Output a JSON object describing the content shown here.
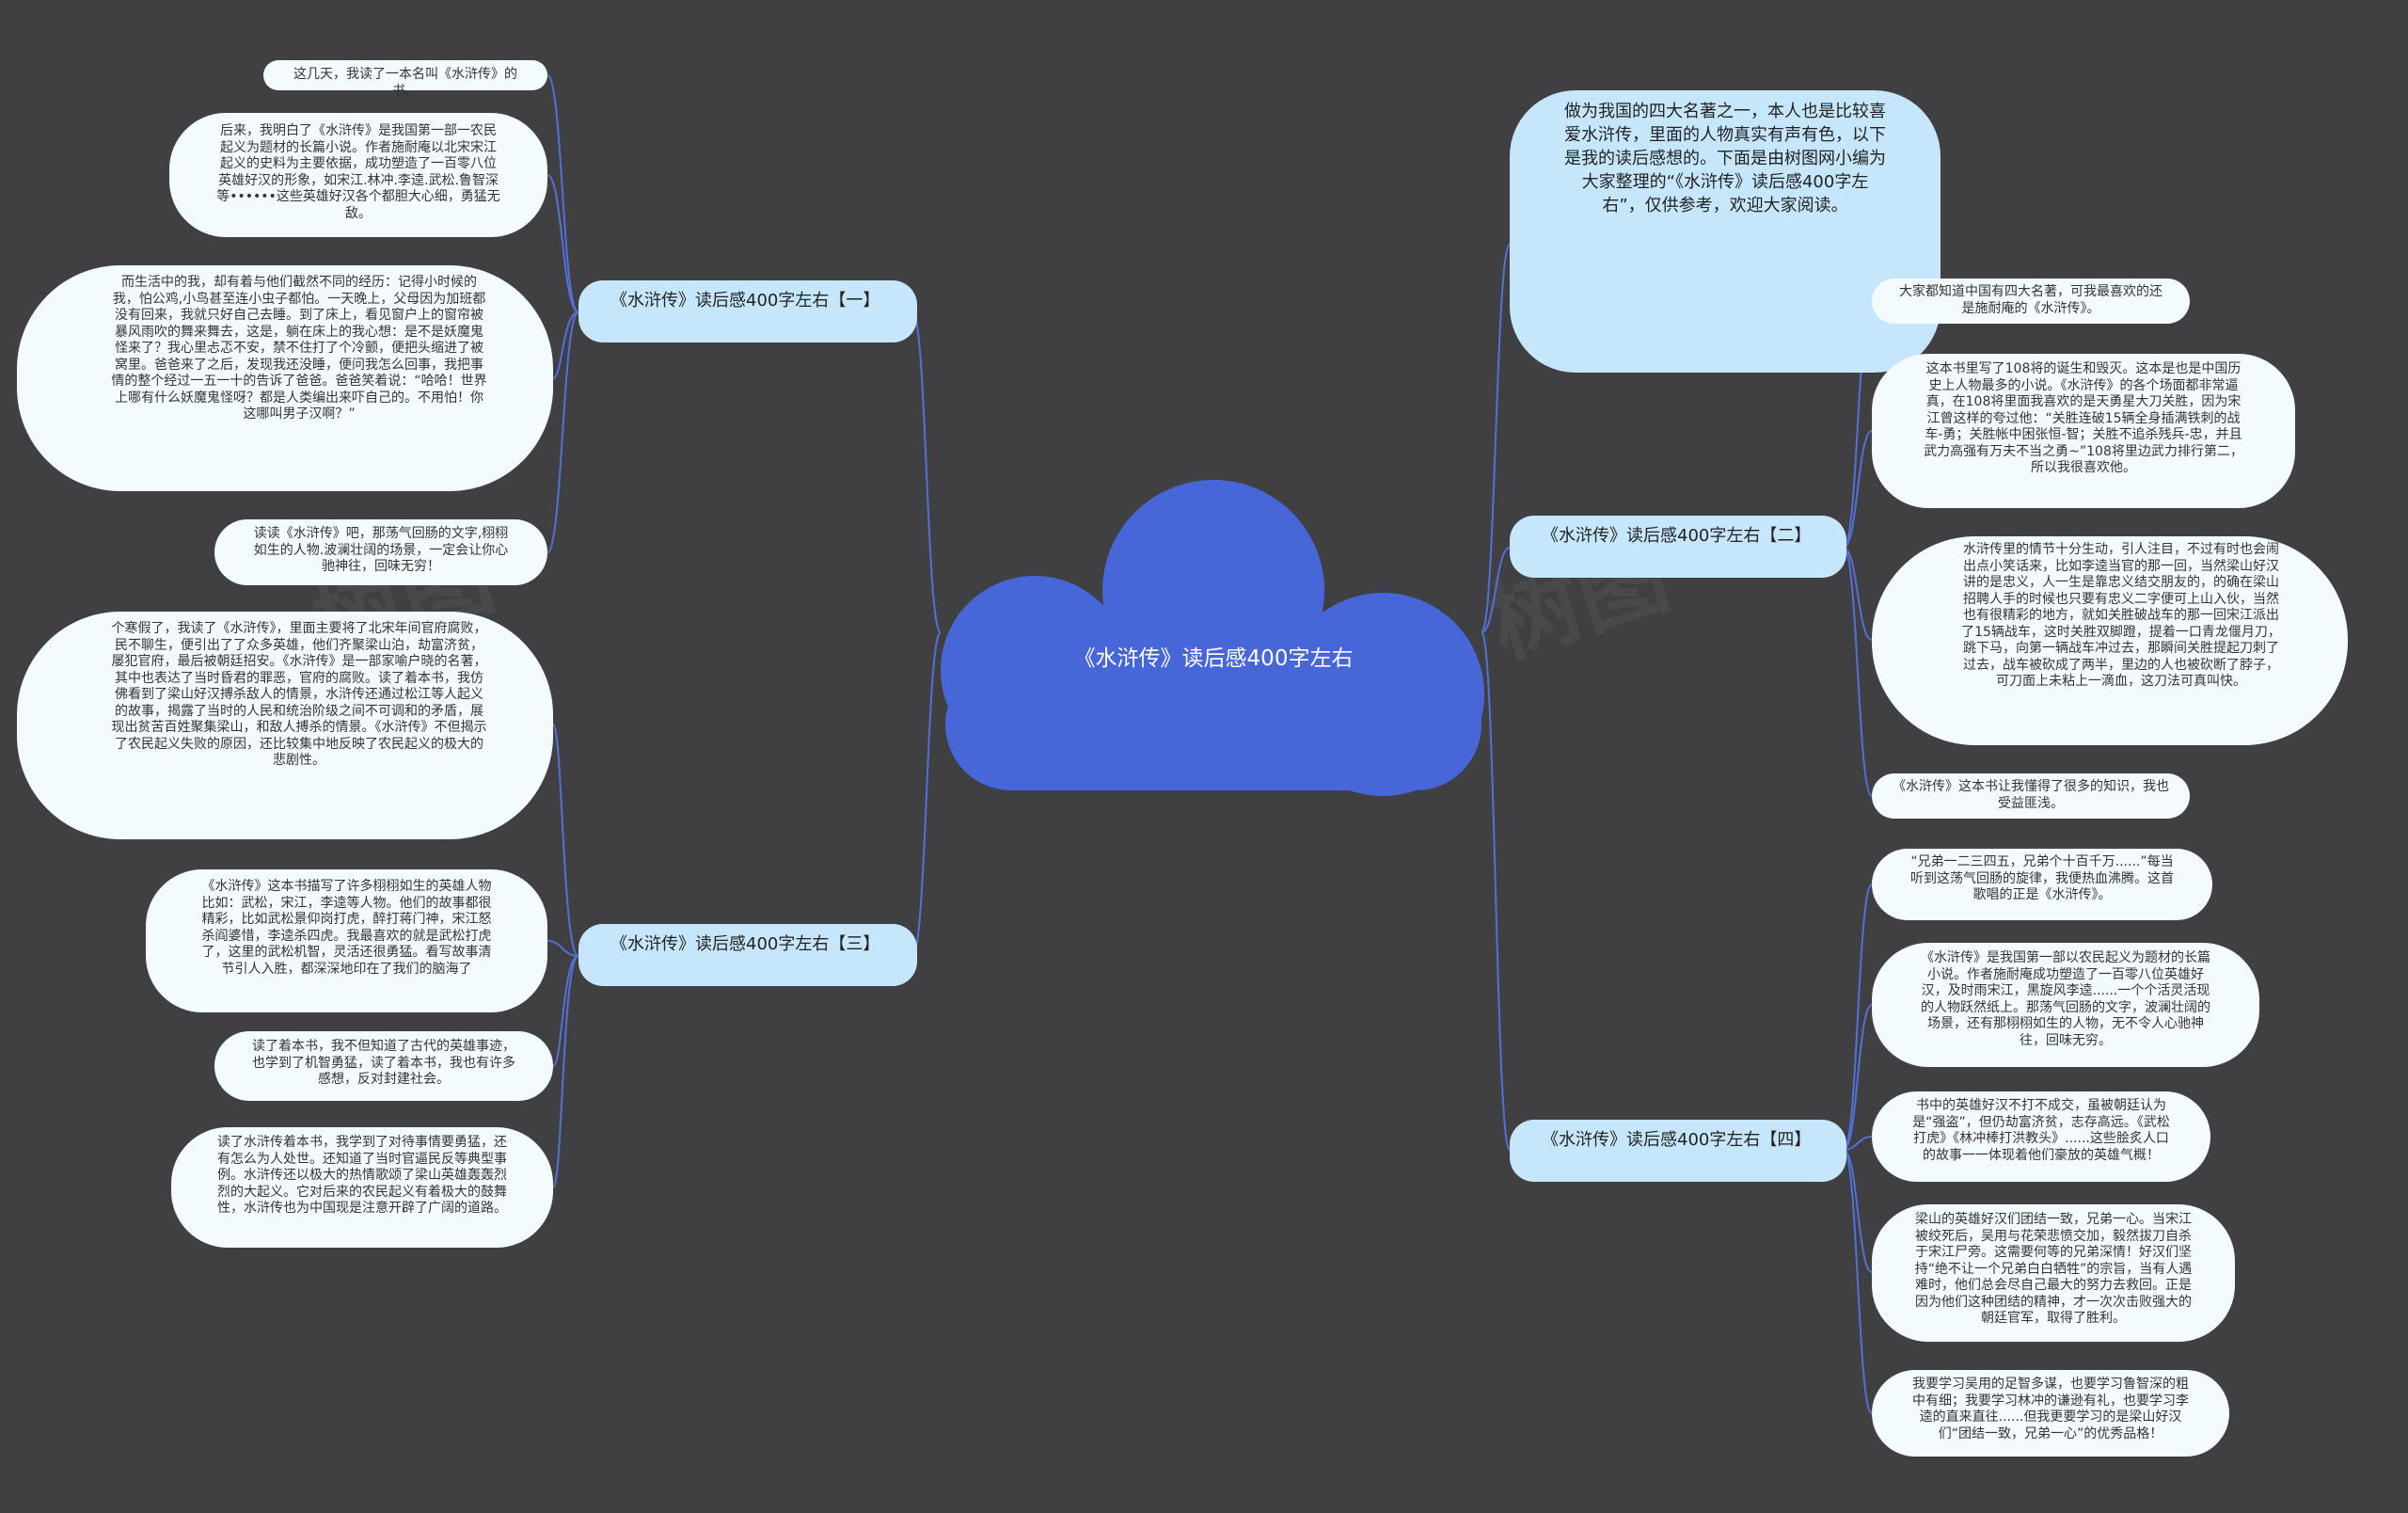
{
  "root": {
    "title": "《水浒传》读后感400字左右"
  },
  "colors": {
    "background": "#404043",
    "root": "#4767d9",
    "branch": "#c6e6fb",
    "leaf": "#f4fbff",
    "link": "#5470d8"
  },
  "intro": "做为我国的四大名著之一，本人也是比较喜爱水浒传，里面的人物真实有声有色，以下是我的读后感想的。下面是由树图网小编为大家整理的“《水浒传》读后感400字左右”，仅供参考，欢迎大家阅读。",
  "branches": [
    {
      "label": "《水浒传》读后感400字左右【一】",
      "leaves": [
        "这几天，我读了一本名叫《水浒传》的书。",
        "后来，我明白了《水浒传》是我国第一部一农民起义为题材的长篇小说。作者施耐庵以北宋宋江起义的史料为主要依据，成功塑造了一百零八位英雄好汉的形象，如宋江.林冲.李逵.武松.鲁智深等••••••这些英雄好汉各个都胆大心细，勇猛无敌。",
        "而生活中的我，却有着与他们截然不同的经历：记得小时候的我，怕公鸡,小鸟甚至连小虫子都怕。一天晚上，父母因为加班都没有回来，我就只好自己去睡。到了床上，看见窗户上的窗帘被暴风雨吹的舞来舞去，这是，躺在床上的我心想：是不是妖魔鬼怪来了？我心里忐忑不安，禁不住打了个冷颤，便把头缩进了被窝里。爸爸来了之后，发现我还没睡，便问我怎么回事，我把事情的整个经过一五一十的告诉了爸爸。爸爸笑着说：“哈哈！世界上哪有什么妖魔鬼怪呀？都是人类编出来吓自己的。不用怕！你这哪叫男子汉啊？”",
        "读读《水浒传》吧，那荡气回肠的文字,栩栩如生的人物.波澜壮阔的场景，一定会让你心驰神往，回味无穷！"
      ]
    },
    {
      "label": "《水浒传》读后感400字左右【二】",
      "leaves": [
        "大家都知道中国有四大名著，可我最喜欢的还是施耐庵的《水浒传》。",
        "这本书里写了108将的诞生和毁灭。这本是也是中国历史上人物最多的小说。《水浒传》的各个场面都非常逼真，在108将里面我喜欢的是天勇星大刀关胜，因为宋江曾这样的夸过他：“关胜连破15辆全身插满铁刺的战车-勇；关胜帐中困张恒-智；关胜不追杀残兵-忠，并且武力高强有万夫不当之勇~”108将里边武力排行第二，所以我很喜欢他。",
        "水浒传里的情节十分生动，引人注目，不过有时也会闹出点小笑话来，比如李逵当官的那一回，当然梁山好汉讲的是忠义，人一生是靠忠义结交朋友的，的确在梁山招聘人手的时候也只要有忠义二字便可上山入伙，当然也有很精彩的地方，就如关胜破战车的那一回宋江派出了15辆战车，这时关胜双脚蹬，提着一口青龙偃月刀，跳下马，向第一辆战车冲过去，那瞬间关胜提起刀刺了过去，战车被砍成了两半，里边的人也被砍断了脖子，可刀面上未粘上一滴血，这刀法可真叫快。",
        "《水浒传》这本书让我懂得了很多的知识，我也受益匪浅。"
      ]
    },
    {
      "label": "《水浒传》读后感400字左右【三】",
      "leaves": [
        "个寒假了，我读了《水浒传》，里面主要将了北宋年间官府腐败，民不聊生，便引出了了众多英雄，他们齐聚梁山泊，劫富济贫，屡犯官府，最后被朝廷招安。《水浒传》是一部家喻户晓的名著，其中也表达了当时昏君的罪恶，官府的腐败。读了着本书，我仿佛看到了梁山好汉搏杀敌人的情景，水浒传还通过松江等人起义的故事，揭露了当时的人民和统治阶级之间不可调和的矛盾，展现出贫苦百姓聚集梁山，和敌人搏杀的情景。《水浒传》不但揭示了农民起义失败的原因，还比较集中地反映了农民起义的极大的悲剧性。",
        "《水浒传》这本书描写了许多栩栩如生的英雄人物比如：武松，宋江，李逵等人物。他们的故事都很精彩，比如武松景仰岗打虎，醉打蒋门神，宋江怒杀阎婆惜，李逵杀四虎。我最喜欢的就是武松打虎了，这里的武松机智，灵活还很勇猛。看写故事清节引人入胜，都深深地印在了我们的脑海了",
        "读了着本书，我不但知道了古代的英雄事迹，也学到了机智勇猛，读了着本书，我也有许多感想，反对封建社会。",
        "读了水浒传着本书，我学到了对待事情要勇猛，还有怎么为人处世。还知道了当时官逼民反等典型事例。水浒传还以极大的热情歌颂了梁山英雄轰轰烈烈的大起义。它对后来的农民起义有着极大的鼓舞性，水浒传也为中国现是注意开辟了广阔的道路。"
      ]
    },
    {
      "label": "《水浒传》读后感400字左右【四】",
      "leaves": [
        "“兄弟一二三四五，兄弟个十百千万......”每当听到这荡气回肠的旋律，我便热血沸腾。这首歌唱的正是《水浒传》。",
        "《水浒传》是我国第一部以农民起义为题材的长篇小说。作者施耐庵成功塑造了一百零八位英雄好汉，及时雨宋江，黑旋风李逵......一个个活灵活现的人物跃然纸上。那荡气回肠的文字，波澜壮阔的场景，还有那栩栩如生的人物，无不令人心驰神往，回味无穷。",
        "书中的英雄好汉不打不成交，虽被朝廷认为是“强盗”，但仍劫富济贫，志存高远。《武松打虎》《林冲棒打洪教头》......这些脍炙人口的故事一一体现着他们豪放的英雄气概！",
        "梁山的英雄好汉们团结一致，兄弟一心。当宋江被绞死后，吴用与花荣悲愤交加，毅然拔刀自杀于宋江尸旁。这需要何等的兄弟深情！好汉们坚持“绝不让一个兄弟白白牺牲”的宗旨，当有人遇难时，他们总会尽自己最大的努力去救回。正是因为他们这种团结的精神，才一次次击败强大的朝廷官军，取得了胜利。",
        "我要学习吴用的足智多谋，也要学习鲁智深的粗中有细；我要学习林冲的谦逊有礼，也要学习李逵的直来直往......但我更要学习的是梁山好汉们“团结一致，兄弟一心”的优秀品格！"
      ]
    }
  ]
}
